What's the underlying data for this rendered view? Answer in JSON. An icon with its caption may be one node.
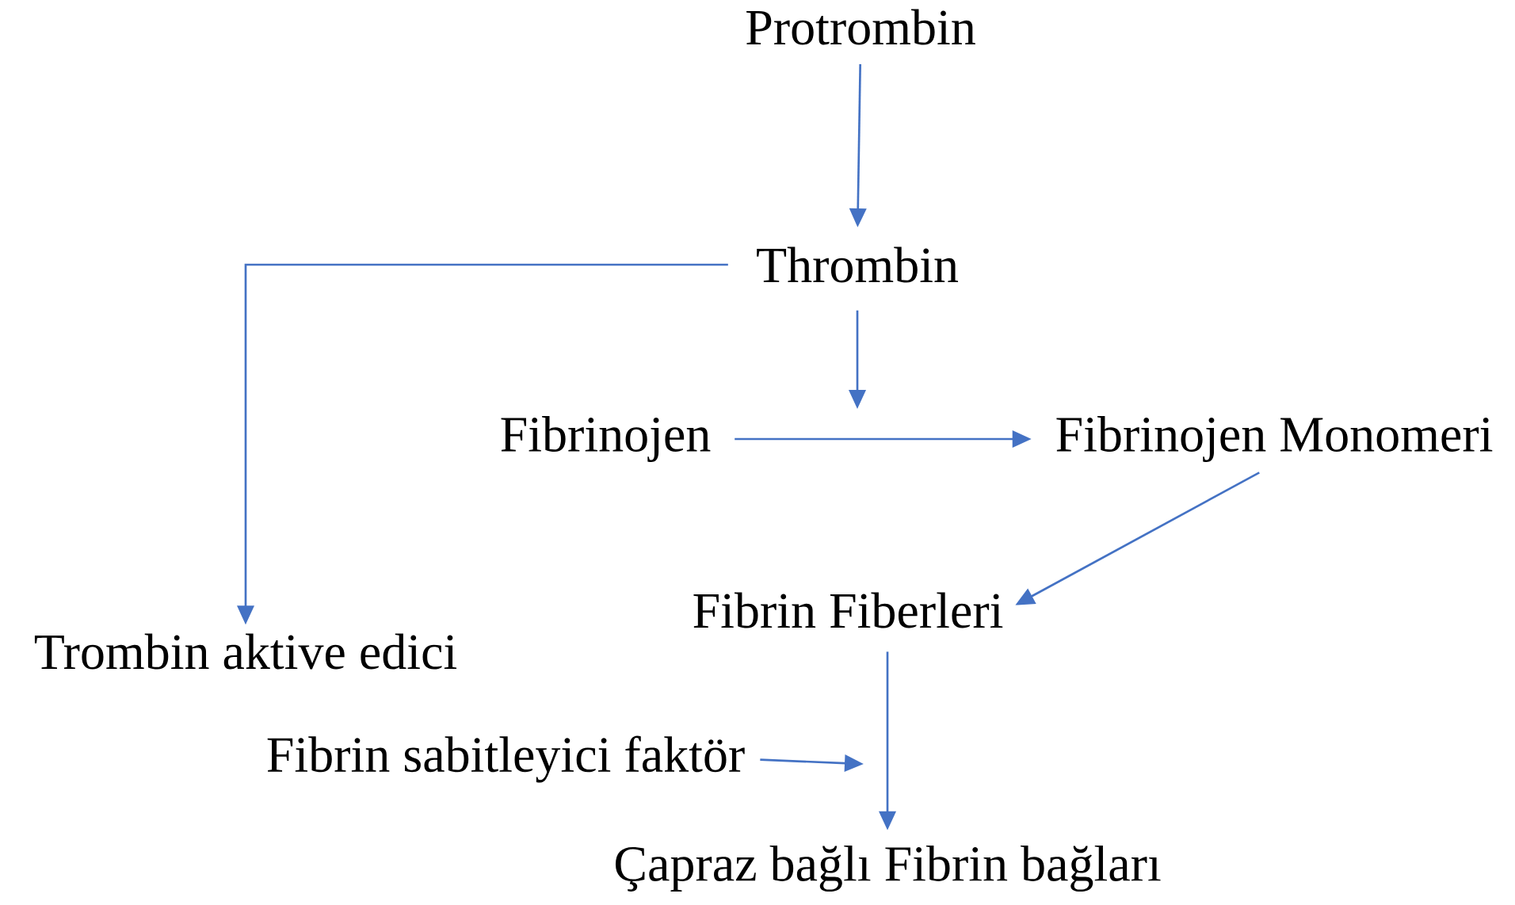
{
  "diagram": {
    "nodes": [
      {
        "text": [
          "Protrombin"
        ]
      },
      {
        "text": [
          "Thrombin"
        ]
      },
      {
        "text": [
          "Fibrinojen"
        ]
      },
      {
        "text": [
          "Fibrinojen Monomeri"
        ]
      },
      {
        "text": [
          "Trombin aktive edici"
        ]
      },
      {
        "text": [
          "Fibrin Fiberleri"
        ]
      },
      {
        "text": [
          "Fibrin sabitleyici faktör"
        ]
      },
      {
        "text": [
          "Çapraz bağlı Fibrin bağları"
        ]
      }
    ],
    "edges": [
      {
        "from": 0,
        "to": 1,
        "arrow": "to"
      },
      {
        "from": 1,
        "to": 4,
        "arrow": "to"
      },
      {
        "from": 1,
        "to": null,
        "arrow": "to"
      },
      {
        "from": 2,
        "to": 3,
        "arrow": "to"
      },
      {
        "from": 3,
        "to": 5,
        "arrow": "to"
      },
      {
        "from": 5,
        "to": 7,
        "arrow": "to"
      },
      {
        "from": 6,
        "to": null,
        "arrow": "to"
      }
    ]
  }
}
